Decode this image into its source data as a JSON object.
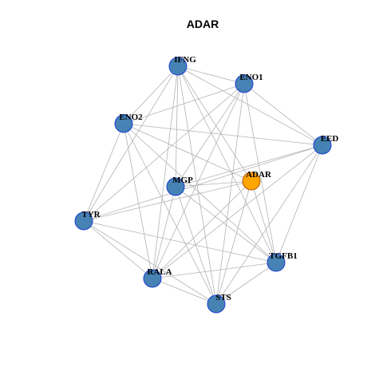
{
  "title": "ADAR",
  "colors": {
    "node_fill": "#4682b4",
    "node_stroke": "#1a3fd6",
    "highlight_fill": "#ffa500",
    "highlight_stroke": "#b35a00",
    "edge": "#b3b3b3"
  },
  "nodes": [
    {
      "id": "IFNG",
      "label": "IFNG",
      "highlight": false
    },
    {
      "id": "ENO1",
      "label": "ENO1",
      "highlight": false
    },
    {
      "id": "ENO2",
      "label": "ENO2",
      "highlight": false
    },
    {
      "id": "EED",
      "label": "EED",
      "highlight": false
    },
    {
      "id": "ADAR",
      "label": "ADAR",
      "highlight": true
    },
    {
      "id": "MGP",
      "label": "MGP",
      "highlight": false
    },
    {
      "id": "TYR",
      "label": "TYR",
      "highlight": false
    },
    {
      "id": "TGFB1",
      "label": "TGFB1",
      "highlight": false
    },
    {
      "id": "RALA",
      "label": "RALA",
      "highlight": false
    },
    {
      "id": "STS",
      "label": "STS",
      "highlight": false
    }
  ],
  "edges": [
    [
      "IFNG",
      "ENO1"
    ],
    [
      "IFNG",
      "EED"
    ],
    [
      "IFNG",
      "ENO2"
    ],
    [
      "IFNG",
      "TYR"
    ],
    [
      "IFNG",
      "RALA"
    ],
    [
      "IFNG",
      "STS"
    ],
    [
      "IFNG",
      "TGFB1"
    ],
    [
      "IFNG",
      "ADAR"
    ],
    [
      "IFNG",
      "MGP"
    ],
    [
      "ENO1",
      "ENO2"
    ],
    [
      "ENO1",
      "EED"
    ],
    [
      "ENO1",
      "TGFB1"
    ],
    [
      "ENO1",
      "STS"
    ],
    [
      "ENO1",
      "RALA"
    ],
    [
      "ENO1",
      "TYR"
    ],
    [
      "ENO1",
      "MGP"
    ],
    [
      "ENO2",
      "EED"
    ],
    [
      "ENO2",
      "TYR"
    ],
    [
      "ENO2",
      "RALA"
    ],
    [
      "ENO2",
      "STS"
    ],
    [
      "ENO2",
      "TGFB1"
    ],
    [
      "ENO2",
      "ADAR"
    ],
    [
      "EED",
      "TYR"
    ],
    [
      "EED",
      "RALA"
    ],
    [
      "EED",
      "STS"
    ],
    [
      "EED",
      "TGFB1"
    ],
    [
      "EED",
      "MGP"
    ],
    [
      "ADAR",
      "TYR"
    ],
    [
      "ADAR",
      "RALA"
    ],
    [
      "ADAR",
      "STS"
    ],
    [
      "ADAR",
      "MGP"
    ],
    [
      "ADAR",
      "TGFB1"
    ],
    [
      "MGP",
      "TGFB1"
    ],
    [
      "MGP",
      "STS"
    ],
    [
      "MGP",
      "RALA"
    ],
    [
      "TYR",
      "RALA"
    ],
    [
      "TYR",
      "TGFB1"
    ],
    [
      "TYR",
      "STS"
    ],
    [
      "RALA",
      "STS"
    ],
    [
      "RALA",
      "TGFB1"
    ],
    [
      "TGFB1",
      "STS"
    ]
  ]
}
